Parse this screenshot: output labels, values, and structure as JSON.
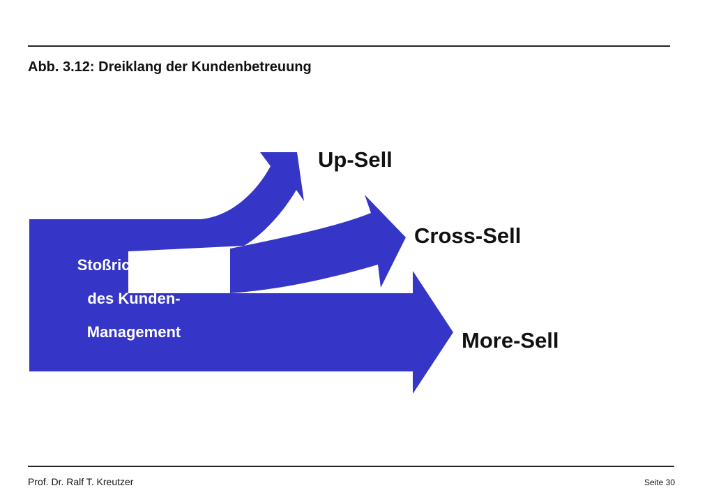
{
  "header": {
    "title": "Abb. 3.12: Dreiklang der Kundenbetreuung"
  },
  "diagram": {
    "source_lines": [
      "Stoßrichtungen",
      "des Kunden-",
      "Management"
    ],
    "targets": {
      "upsell": "Up-Sell",
      "crosssell": "Cross-Sell",
      "moresell": "More-Sell"
    },
    "colors": {
      "arrow": "#3535c8",
      "text_on_arrow": "#ffffff"
    }
  },
  "footer": {
    "author": "Prof. Dr. Ralf T. Kreutzer",
    "page": "Seite 30"
  }
}
